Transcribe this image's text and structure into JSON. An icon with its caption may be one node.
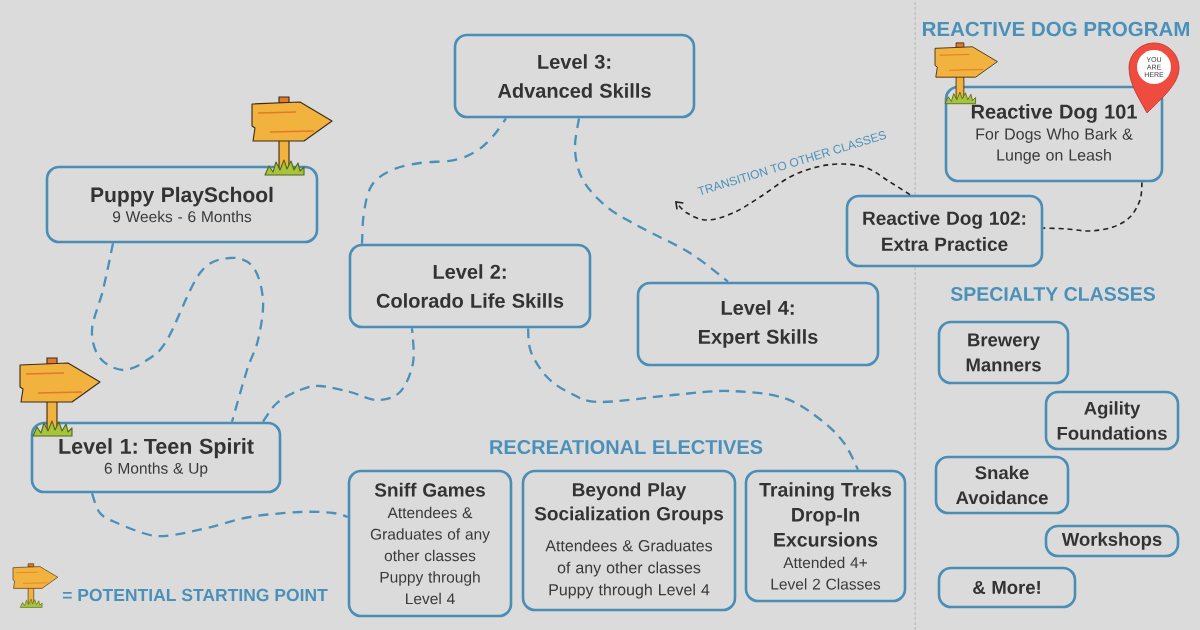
{
  "diagram": {
    "nodes": [
      {
        "text": [
          "Level 3: Advanced Skills"
        ]
      },
      {
        "text": [
          "Puppy PlaySchool",
          "9 Weeks - 6 Months"
        ]
      },
      {
        "text": [
          "Level 2: Colorado Life Skills"
        ]
      },
      {
        "text": [
          "Level 4: Expert Skills"
        ]
      },
      {
        "text": [
          "Level 1: Teen Spirit",
          "6 Months & Up"
        ]
      },
      {
        "text": [
          "Sniff Games",
          "Attendees & Graduates of any other classes Puppy through Level 4"
        ]
      },
      {
        "text": [
          "Beyond Play Socialization Groups",
          "Attendees & Graduates of any other classes Puppy through Level 4"
        ]
      },
      {
        "text": [
          "Training Treks Drop-In Excursions",
          "Attended 4+ Level 2 Classes"
        ]
      },
      {
        "text": [
          "Reactive Dog 101",
          "For Dogs Who Bark & Lunge on Leash"
        ]
      },
      {
        "text": [
          "YOU ARE HERE"
        ]
      },
      {
        "text": [
          "Reactive Dog 102: Extra Practice"
        ]
      },
      {
        "text": [
          "Brewery Manners"
        ]
      },
      {
        "text": [
          "Agility Foundations"
        ]
      },
      {
        "text": [
          "Snake Avoidance"
        ]
      },
      {
        "text": [
          "Workshops"
        ]
      },
      {
        "text": [
          "& More!"
        ]
      }
    ],
    "edges": [
      {
        "from": 1,
        "to": 4,
        "arrow": "none",
        "style": "dashed"
      },
      {
        "from": 4,
        "to": 2,
        "arrow": "none",
        "style": "dashed"
      },
      {
        "from": 2,
        "to": 0,
        "arrow": "none",
        "style": "dashed"
      },
      {
        "from": 0,
        "to": 3,
        "arrow": "none",
        "style": "dashed"
      },
      {
        "from": 2,
        "to": 7,
        "arrow": "none",
        "style": "dashed"
      },
      {
        "from": 4,
        "to": 5,
        "arrow": "none",
        "style": "dashed"
      },
      {
        "from": 8,
        "to": 10,
        "arrow": "none",
        "style": "dashed",
        "color": "#222222"
      },
      {
        "from": 10,
        "to": null,
        "arrow": "to",
        "label": "TRANSITION TO OTHER CLASSES",
        "style": "dashed",
        "color": "#222222"
      }
    ],
    "labels": [
      "RECREATIONAL ELECTIVES",
      "REACTIVE DOG PROGRAM",
      "SPECIALTY CLASSES"
    ],
    "legend": [
      {
        "text": "= POTENTIAL STARTING POINT"
      }
    ]
  }
}
